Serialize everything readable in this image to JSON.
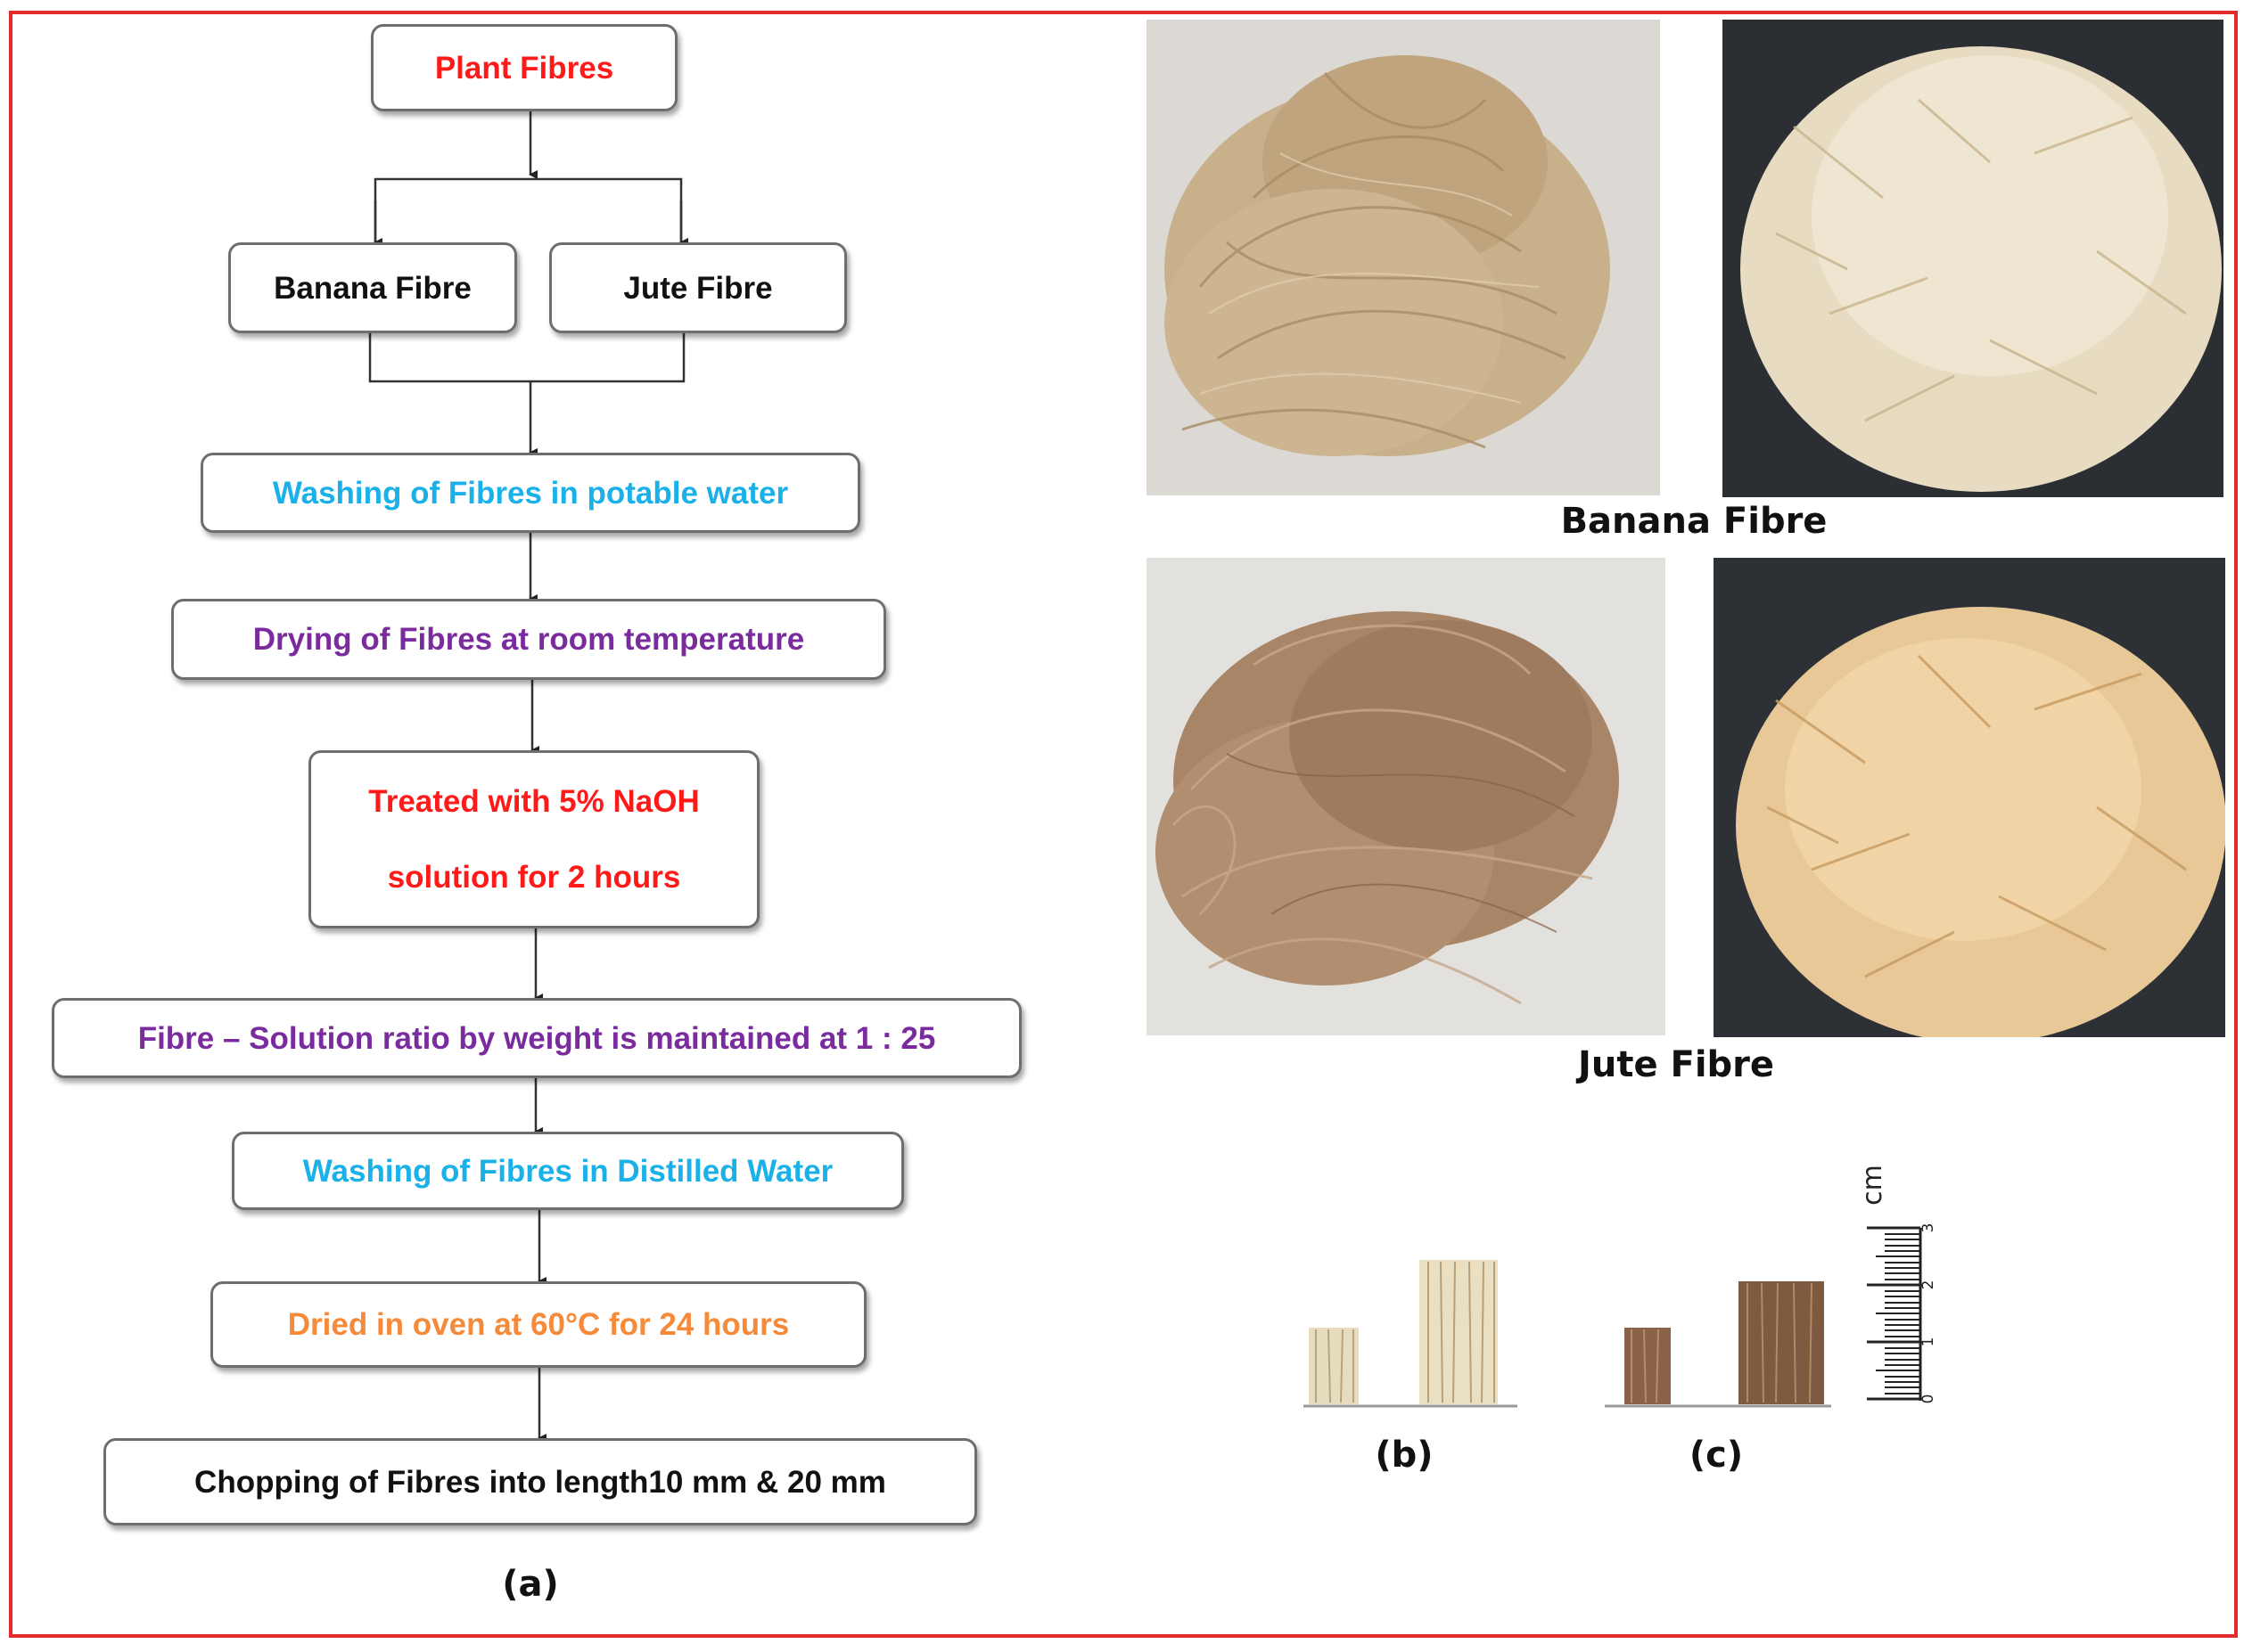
{
  "flowchart": {
    "plant_fibres": "Plant Fibres",
    "banana_fibre": "Banana Fibre",
    "jute_fibre": "Jute Fibre",
    "washing_potable": "Washing of Fibres in potable water",
    "drying": "Drying  of Fibres at room temperature",
    "naoh_line1": "Treated with 5% NaOH",
    "naoh_line2": "solution for 2 hours",
    "ratio": "Fibre – Solution ratio by weight is maintained at 1 : 25",
    "washing_distilled": "Washing of Fibres in Distilled Water",
    "oven": "Dried  in oven at 60°C for 24 hours",
    "chopping": "Chopping of Fibres into length10 mm & 20 mm",
    "panel_label": "(a)"
  },
  "photos": {
    "banana_caption": "Banana Fibre",
    "jute_caption": "Jute Fibre"
  },
  "samples": {
    "label_b": "(b)",
    "label_c": "(c)",
    "scale_unit": "cm",
    "scale_ticks": [
      "0",
      "1",
      "2",
      "3"
    ]
  },
  "colors": {
    "frame": "#e32b2b",
    "red_text": "#ff1a1a",
    "cyan_text": "#1ab0e8",
    "purple_text": "#7a2b9e",
    "orange_text": "#f58a3a"
  }
}
